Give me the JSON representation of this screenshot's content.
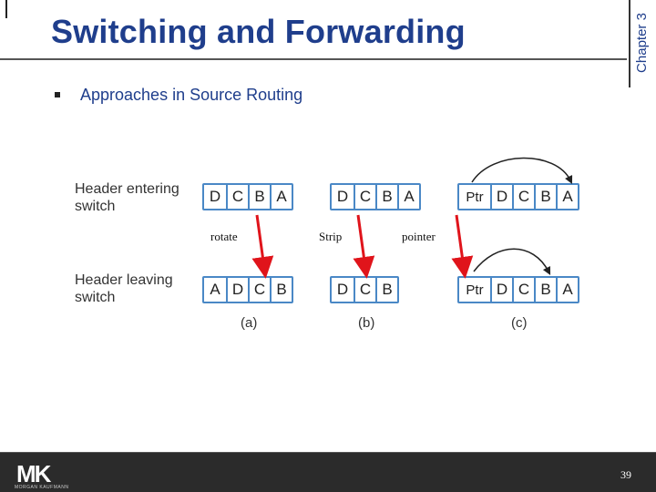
{
  "title": "Switching and Forwarding",
  "chapter": "Chapter 3",
  "bullet": "Approaches in Source Routing",
  "row_labels": {
    "entering": "Header entering\nswitch",
    "leaving": "Header leaving\nswitch"
  },
  "entering": {
    "a": [
      "D",
      "C",
      "B",
      "A"
    ],
    "b": [
      "D",
      "C",
      "B",
      "A"
    ],
    "c": [
      "Ptr",
      "D",
      "C",
      "B",
      "A"
    ]
  },
  "leaving": {
    "a": [
      "A",
      "D",
      "C",
      "B"
    ],
    "b": [
      "D",
      "C",
      "B"
    ],
    "c": [
      "Ptr",
      "D",
      "C",
      "B",
      "A"
    ]
  },
  "annotations": {
    "rotate": "rotate",
    "strip": "Strip",
    "pointer": "pointer"
  },
  "sublabels": {
    "a": "(a)",
    "b": "(b)",
    "c": "(c)"
  },
  "footer": {
    "logo": "MK",
    "logo_sub": "MORGAN KAUFMANN",
    "page": "39"
  },
  "colors": {
    "title": "#1f3e8c",
    "cell_border": "#4a88c6",
    "arrow": "#e0141b",
    "footer": "#2b2b2b"
  }
}
